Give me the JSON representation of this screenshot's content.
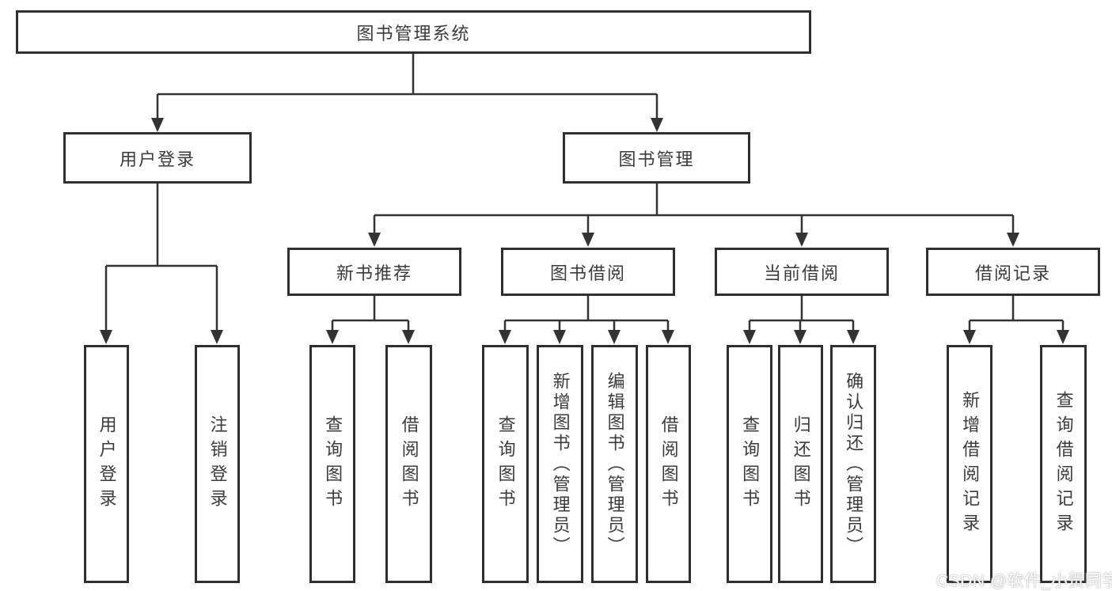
{
  "colors": {
    "line": "#333333",
    "box_border": "#2f2f2f",
    "box_background": "#ffffff",
    "text": "#3b3b3b",
    "watermark_text": "#ffffff"
  },
  "root": {
    "label": "图书管理系统"
  },
  "branches": [
    {
      "label": "用户登录",
      "children": [
        {
          "label": "用户登录"
        },
        {
          "label": "注销登录"
        }
      ]
    },
    {
      "label": "图书管理",
      "children": [
        {
          "label": "新书推荐",
          "children": [
            {
              "label": "查询图书"
            },
            {
              "label": "借阅图书"
            }
          ]
        },
        {
          "label": "图书借阅",
          "children": [
            {
              "label": "查询图书"
            },
            {
              "label": "新增图书（管理员）"
            },
            {
              "label": "编辑图书（管理员）"
            },
            {
              "label": "借阅图书"
            }
          ]
        },
        {
          "label": "当前借阅",
          "children": [
            {
              "label": "查询图书"
            },
            {
              "label": "归还图书"
            },
            {
              "label": "确认归还（管理员）"
            }
          ]
        },
        {
          "label": "借阅记录",
          "children": [
            {
              "label": "新增借阅记录"
            },
            {
              "label": "查询借阅记录"
            }
          ]
        }
      ]
    }
  ],
  "watermark": {
    "text": "CSDN @软件_小贺同学"
  }
}
